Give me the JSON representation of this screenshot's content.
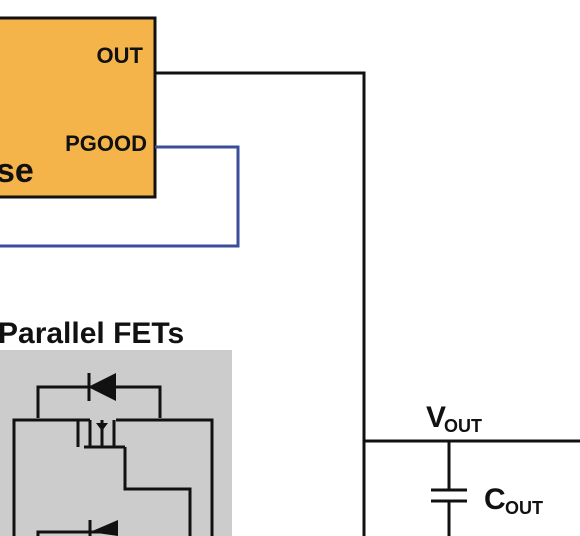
{
  "diagram": {
    "controller": {
      "label_fragment": "se",
      "pin_out": "OUT",
      "pin_pgood": "PGOOD",
      "fill_color": "#F5B44A",
      "stroke_color": "#111111"
    },
    "fets": {
      "title": "Parallel FETs",
      "box_color": "#CCCCCC"
    },
    "vout": {
      "main": "V",
      "subscript": "OUT"
    },
    "cout": {
      "main": "C",
      "subscript": "OUT"
    },
    "wire_colors": {
      "power": "#111111",
      "pgood": "#3A4E9C"
    }
  }
}
